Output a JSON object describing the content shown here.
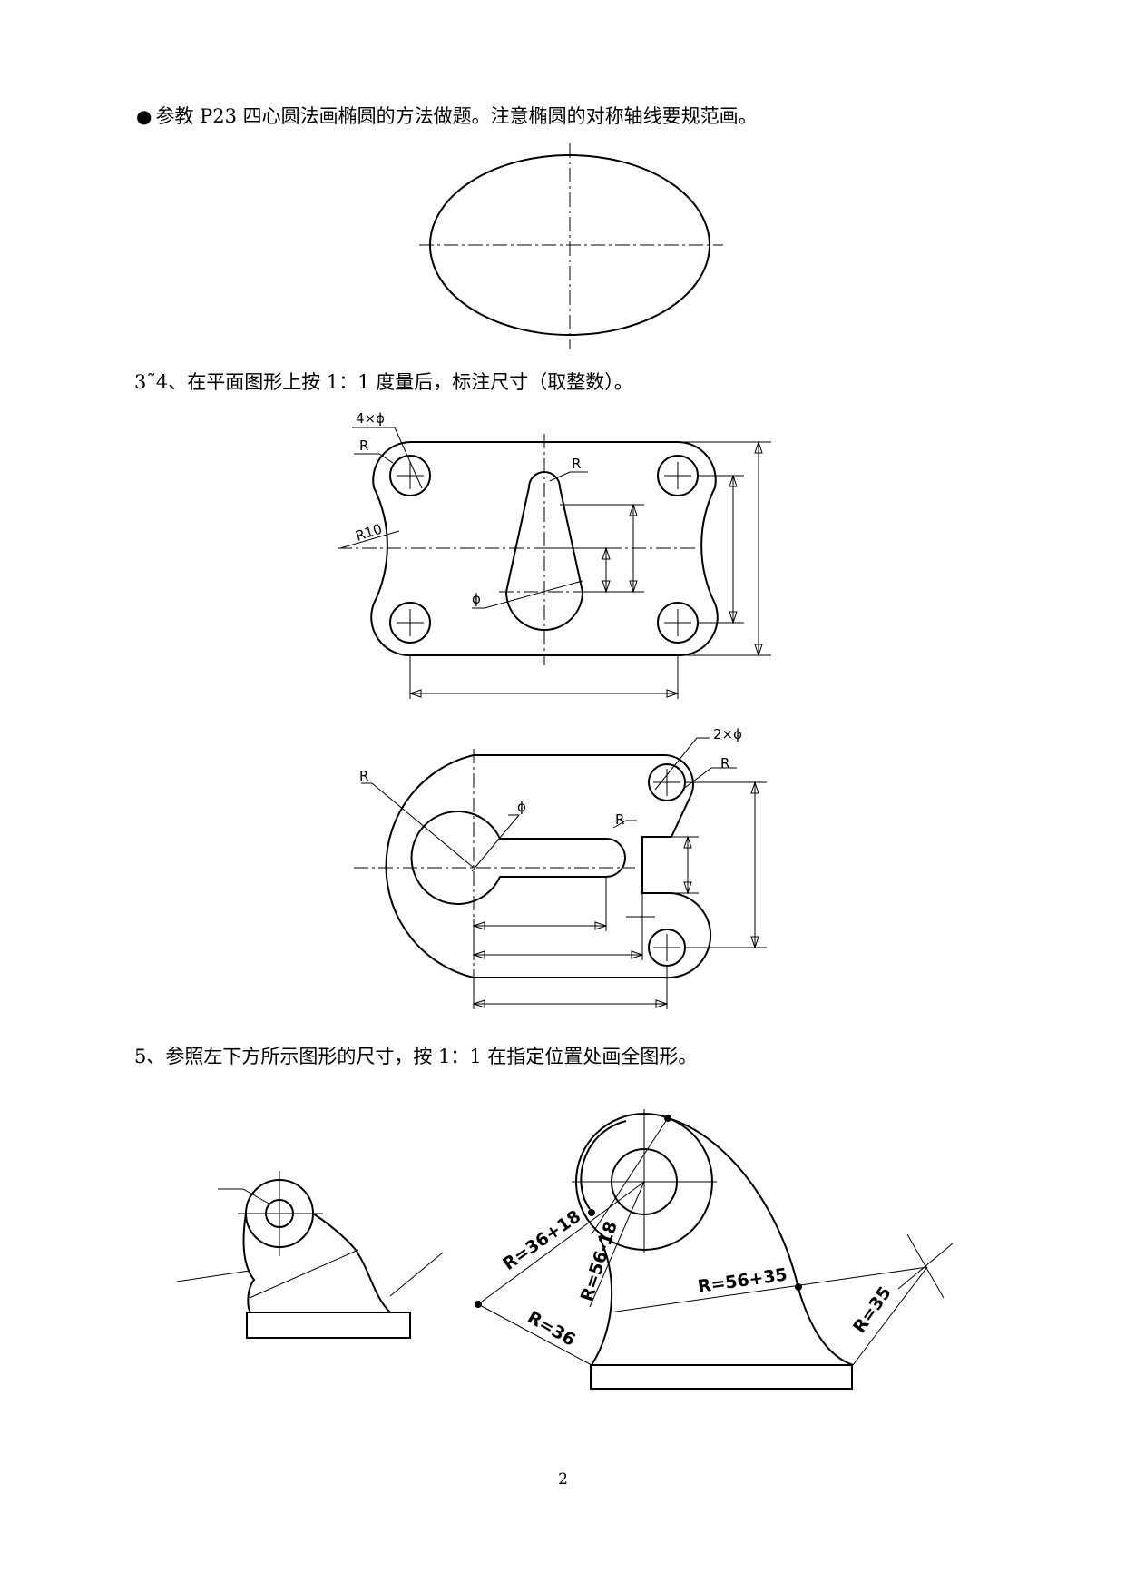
{
  "instructions": {
    "bullet": "●",
    "ellipse_task": "参教 P23 四心圆法画椭圆的方法做题。注意椭圆的对称轴线要规范画。",
    "dimension_task": "3˜4、在平面图形上按 1：1 度量后，标注尺寸（取整数）。",
    "drawing_task": "5、参照左下方所示图形的尺寸，按 1：1 在指定位置处画全图形。"
  },
  "figure1": {
    "labels": {
      "holes": "4×ϕ",
      "corner_r": "R",
      "slot_r": "R",
      "r10": "R10",
      "slot_phi": "ϕ"
    }
  },
  "figure2": {
    "labels": {
      "holes": "2×ϕ",
      "hole_r": "R",
      "outer_r": "R",
      "big_phi": "ϕ",
      "slot_r": "R"
    }
  },
  "figure3": {
    "annotations": {
      "r_arc": "R=36+18",
      "r_inner": "R=56-18",
      "r_outer": "R=56+35",
      "r36": "R=36",
      "r35": "R=35"
    }
  },
  "page_number": "2"
}
